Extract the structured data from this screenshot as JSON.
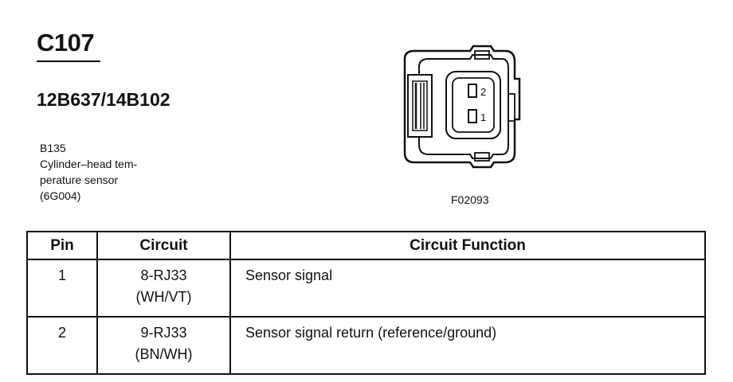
{
  "connector": {
    "id": "C107",
    "part_numbers": "12B637/14B102"
  },
  "component": {
    "code": "B135",
    "name_lines": [
      "Cylinder–head tem-",
      "perature sensor",
      "(6G004)"
    ]
  },
  "figure": {
    "id": "F02093",
    "pin_labels": [
      "2",
      "1"
    ]
  },
  "table": {
    "headers": [
      "Pin",
      "Circuit",
      "Circuit Function"
    ],
    "rows": [
      {
        "pin": "1",
        "circuit": "8-RJ33",
        "color": "(WH/VT)",
        "function": "Sensor signal"
      },
      {
        "pin": "2",
        "circuit": "9-RJ33",
        "color": "(BN/WH)",
        "function": "Sensor signal return (reference/ground)"
      }
    ]
  }
}
